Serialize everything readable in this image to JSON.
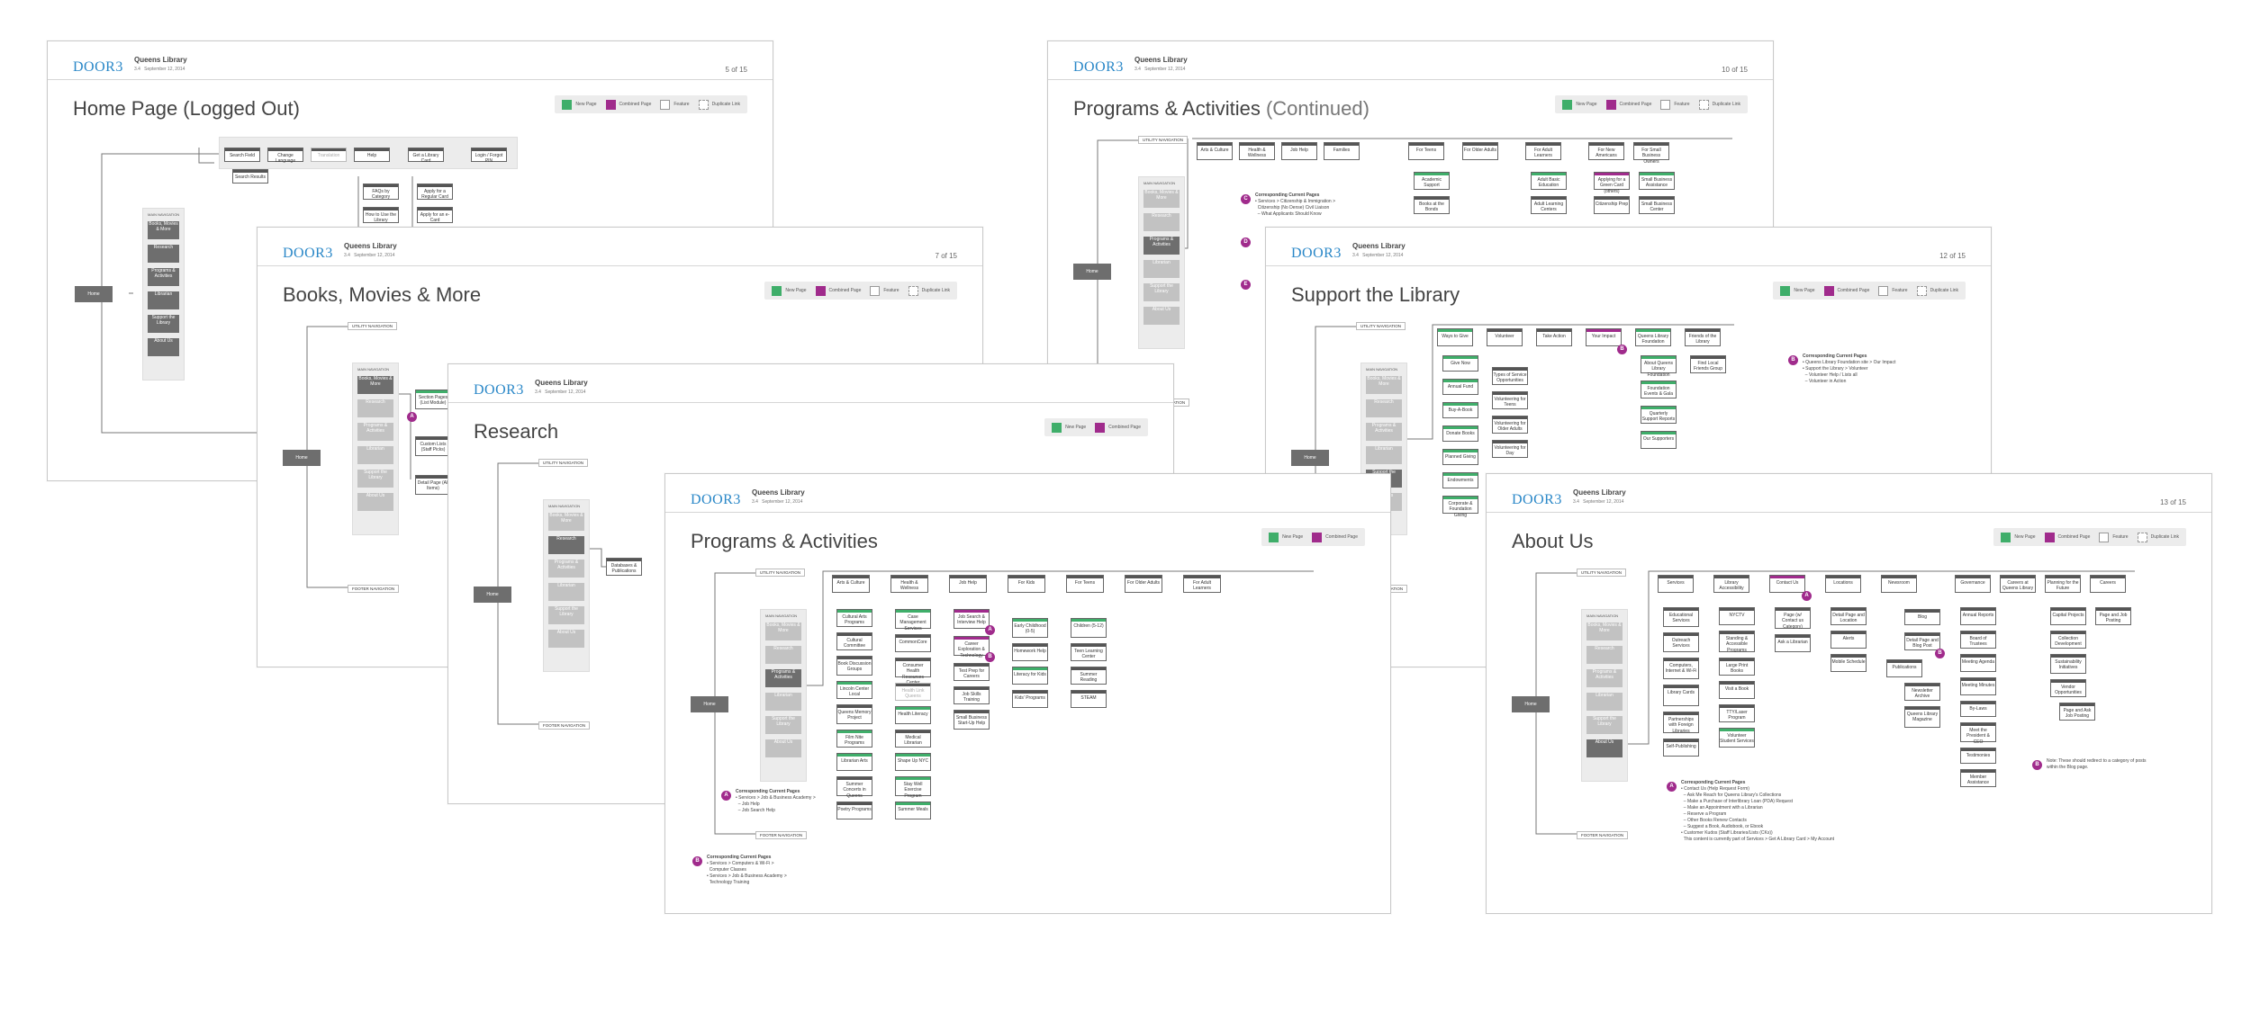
{
  "brand": "DOOR3",
  "client": "Queens Library",
  "version_label": "3.4",
  "date": "September 12, 2014",
  "legend": {
    "new": "New Page",
    "combined": "Combined Page",
    "feature": "Feature",
    "duplicate": "Duplicate Link"
  },
  "common": {
    "utility": "UTILITY NAVIGATION",
    "main": "MAIN NAVIGATION",
    "footer": "FOOTER NAVIGATION",
    "home": "Home"
  },
  "main_nav": [
    "Books, Movies & More",
    "Research",
    "Programs & Activities",
    "Librarian",
    "Support the Library",
    "About Us"
  ],
  "sheets": {
    "home": {
      "title": "Home Page (Logged Out)",
      "page": "5 of 15",
      "utility_items": [
        "Search Field",
        "Change Language",
        "Translation",
        "Help",
        "Get a Library Card",
        "Login / Forgot PIN"
      ],
      "children": [
        "Search Results",
        "FAQs by Category",
        "How to Use the Library",
        "Apply for a Regular Card",
        "Apply for an e-Card"
      ]
    },
    "books": {
      "title": "Books, Movies & More",
      "page": "7 of 15",
      "items": [
        "Section Pages (List Module)",
        "Custom Lists (Staff Picks)",
        "Detail Page (All Items)"
      ]
    },
    "research": {
      "title": "Research",
      "items": [
        "Databases & Publications"
      ]
    },
    "programs": {
      "title": "Programs & Activities",
      "categories": [
        "Arts & Culture",
        "Health & Wellness",
        "Job Help",
        "For Kids",
        "For Teens",
        "For Older Adults",
        "For Adult Learners"
      ],
      "children": [
        [
          "Cultural Arts Programs",
          "Cultural Committee",
          "Book Discussion Groups",
          "Lincoln Center Local",
          "Queens Memory Project",
          "Film Nite Programs",
          "Librarian Arts",
          "Summer Concerts in Queens",
          "Poetry Programs"
        ],
        [
          "Case Management Services",
          "CommonCore",
          "Consumer Health Resources Center",
          "Health Link Queens",
          "Health Literacy",
          "Medical Librarian",
          "Shape Up NYC",
          "Stay Well Exercise Program",
          "Summer Meals"
        ],
        [
          "Job Search & Interview Help",
          "Career Exploration & Technology",
          "Test Prep for Careers",
          "Job Skills Training",
          "Small Business Start-Up Help"
        ],
        [
          "Early Childhood (0-5)",
          "Homework Help",
          "Literacy for Kids",
          "Kids' Programs"
        ],
        [
          "Children (5-12)",
          "Teen Learning Center",
          "Summer Reading",
          "STEAM"
        ]
      ],
      "note_a_title": "Corresponding Current Pages",
      "note_a": [
        "Services > Job & Business Academy >",
        "Job Help",
        "Job Search Help"
      ],
      "note_b_title": "Corresponding Current Pages",
      "note_b": [
        "Services > Computers & Wi-Fi >",
        "Computer Classes",
        "Services > Job & Business Academy >",
        "Technology Training"
      ]
    },
    "programs_cont": {
      "title_main": "Programs & Activities",
      "title_light": "(Continued)",
      "page": "10 of 15",
      "categories": [
        "Arts & Culture",
        "Health & Wellness",
        "Job Help",
        "Families",
        "For Teens",
        "For Older Adults",
        "For Adult Learners",
        "For New Americans",
        "For Small Business Owners"
      ],
      "children": [
        "Academic Support",
        "Books at the Bonds",
        "Adult Basic Education",
        "Adult Learning Centers",
        "Applying for a Green Card (others)",
        "Citizenship Prep",
        "Small Business Assistance",
        "Small Business Center"
      ],
      "note_c_title": "Corresponding Current Pages",
      "note_c": [
        "Services > Citizenship & Immigration >",
        "Citizenship (No Dense) Civil Liaison",
        "What Applicants Should Know"
      ]
    },
    "support": {
      "title": "Support the Library",
      "page": "12 of 15",
      "categories": [
        "Ways to Give",
        "Volunteer",
        "Take Action",
        "Your Impact",
        "Queens Library Foundation",
        "Friends of the Library"
      ],
      "children": [
        "Give Now",
        "Annual Fund",
        "Buy-A-Book",
        "Donate Books",
        "Planned Giving",
        "Endowments",
        "Corporate & Foundation Giving",
        "Types of Service Opportunities",
        "Volunteering for Teens",
        "Volunteering for Older Adults",
        "Volunteering for Day",
        "About Queens Library Foundation",
        "Foundation Events & Gala",
        "Quarterly Support Reports",
        "Our Supporters",
        "Find Local Friends Group"
      ],
      "note_title": "Corresponding Current Pages",
      "note": [
        "Queens Library Foundation site > Our Impact",
        "Support the Library > Volunteer",
        "Volunteer Help / Lists all",
        "Volunteer in Action"
      ]
    },
    "about": {
      "title": "About Us",
      "page": "13 of 15",
      "categories": [
        "Services",
        "Library Accessibility",
        "Contact Us",
        "Locations",
        "Newsroom",
        "Blog",
        "Governance",
        "Careers at Queens Library",
        "Planning for the Future",
        "Careers"
      ],
      "children": [
        "Educational Services",
        "Outreach Services",
        "Computers, Internet & Wi-Fi",
        "Library Cards",
        "Partnerships with Foreign Libraries",
        "Self-Publishing",
        "NYCTV",
        "Standing & Accessible Programs",
        "Large Print Books",
        "Visit a Book",
        "TTY/Laser Program",
        "Volunteer Student Services",
        "Page (w/ Contact us Category)",
        "Ask a Librarian",
        "Detail Page and Location",
        "Alerts",
        "Mobile Schedule",
        "Detail Page and Blog Post",
        "Publications",
        "Newsletter Archive",
        "Queens Library Magazine",
        "Annual Reports",
        "Board of Trustees",
        "Meeting Agenda",
        "Meeting Minutes",
        "By-Laws",
        "Meet the President & CEO",
        "Testimonies",
        "Member Assistance",
        "Capital Projects",
        "Collection Development",
        "Sustainability Initiatives",
        "Vendor Opportunities",
        "Page and Ask Job Posting",
        "Page and Job Posting"
      ],
      "note_a_title": "Corresponding Current Pages",
      "note_a": [
        "Contact Us (Help Request Form)",
        "Ask Me Reach for Queens Library's Collections",
        "Make a Purchase of Interlibrary Loan (PDA) Request",
        "Make an Appointment with a Librarian",
        "Reserve a Program",
        "Other Books Renew Contacts",
        "Suggest a Book, Audiobook, or Ebook",
        "Customer Kudos (Staff Libraries/Lists (CKs))",
        "This content is currently part of Services > Get A Library Card > My Account"
      ],
      "note_b": "Note: These should redirect to a category of posts within the Blog page."
    }
  }
}
